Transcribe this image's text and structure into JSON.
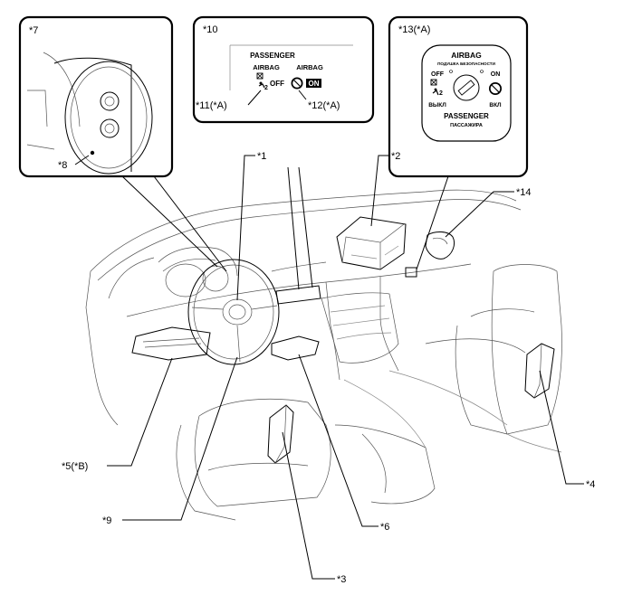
{
  "callouts": {
    "c7": "*7",
    "c8": "*8",
    "c10": "*10",
    "c11": "*11(*A)",
    "c12": "*12(*A)",
    "c13": "*13(*A)",
    "c1": "*1",
    "c2": "*2",
    "c14": "*14",
    "c5": "*5(*B)",
    "c9": "*9",
    "c3": "*3",
    "c6": "*6",
    "c4": "*4"
  },
  "indicator_panel": {
    "title": "PASSENGER",
    "left_label": "AIRBAG",
    "right_label": "AIRBAG",
    "off_text": "OFF",
    "on_text": "ON",
    "two": "2"
  },
  "switch_panel": {
    "title": "AIRBAG",
    "title_ru": "ПОДУШКА БЕЗОПАСНОСТИ",
    "off_text": "OFF",
    "on_text": "ON",
    "two": "2",
    "off_ru": "ВЫКЛ",
    "on_ru": "ВКЛ",
    "bottom": "PASSENGER",
    "bottom_ru": "ПАССАЖИРА"
  }
}
